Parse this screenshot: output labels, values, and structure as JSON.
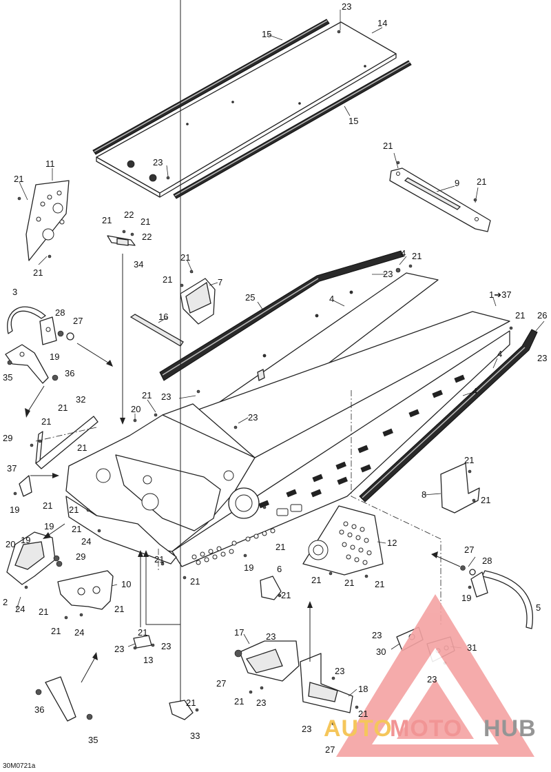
{
  "figure_ref": "30M0721a",
  "callouts": {
    "c1": "1➔37",
    "c2": "2",
    "c3": "3",
    "c4": "4",
    "c5": "5",
    "c6": "6",
    "c7": "7",
    "c8": "8",
    "c9": "9",
    "c10": "10",
    "c11": "11",
    "c12": "12",
    "c13": "13",
    "c14": "14",
    "c15": "15",
    "c16": "16",
    "c17": "17",
    "c18": "18",
    "c19": "19",
    "c20": "20",
    "c21": "21",
    "c22": "22",
    "c23": "23",
    "c24": "24",
    "c25": "25",
    "c26": "26",
    "c27": "27",
    "c28": "28",
    "c29": "29",
    "c30": "30",
    "c31": "31",
    "c32": "32",
    "c33": "33",
    "c34": "34",
    "c35": "35",
    "c36": "36",
    "c37": "37"
  },
  "watermark": {
    "part1": "AUTO",
    "part2": "MOTO",
    "part3": "HUB",
    "color1": "#f5c04a",
    "color2": "#f08a8a",
    "color3": "#8a8a8a",
    "triangle_color": "#f4a3a3"
  }
}
